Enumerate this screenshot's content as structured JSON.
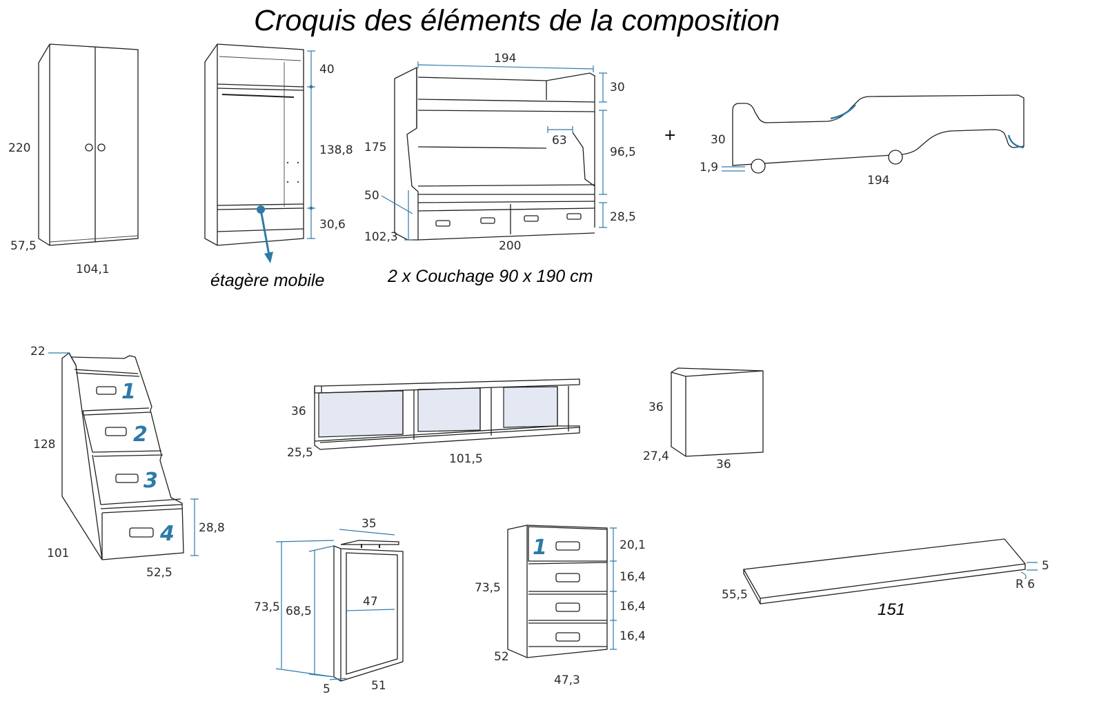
{
  "title": "Croquis des éléments de la composition",
  "captions": {
    "shelf": "étagère mobile",
    "bunk": "2 x Couchage 90 x 190 cm",
    "plus": "+",
    "desk_length": "151"
  },
  "dimensions": {
    "wardrobe": {
      "height": "220",
      "depth": "57,5",
      "width": "104,1"
    },
    "wardrobe_interior": {
      "top": "40",
      "middle": "138,8",
      "bottom": "30,6"
    },
    "bunk": {
      "width_top": "194",
      "top_rail": "30",
      "inner": "63",
      "height": "175",
      "upper": "96,5",
      "step": "50",
      "depth": "102,3",
      "drawers": "28,5",
      "width_bottom": "200"
    },
    "trundle": {
      "height": "30",
      "gap": "1,9",
      "length": "194"
    },
    "stair": {
      "top": "22",
      "height": "128",
      "bottom_step": "28,8",
      "depth": "101",
      "width": "52,5",
      "steps": [
        "1",
        "2",
        "3",
        "4"
      ]
    },
    "wall_shelf": {
      "height": "36",
      "depth": "25,5",
      "width": "101,5"
    },
    "cube": {
      "height": "36",
      "depth": "27,4",
      "width": "36"
    },
    "desk_frame": {
      "top": "35",
      "height": "73,5",
      "inner_height": "68,5",
      "inner_width": "47",
      "foot": "5",
      "width": "51"
    },
    "chest": {
      "height": "73,5",
      "depth": "52",
      "width": "47,3",
      "drawers": [
        "20,1",
        "16,4",
        "16,4",
        "16,4"
      ],
      "first_number": "1"
    },
    "desk_top": {
      "depth": "55,5",
      "thickness": "5",
      "radius": "R 6"
    }
  },
  "colors": {
    "accent": "#2d7aa8",
    "panel": "#e3e8f2",
    "line": "#1e1e1e"
  }
}
